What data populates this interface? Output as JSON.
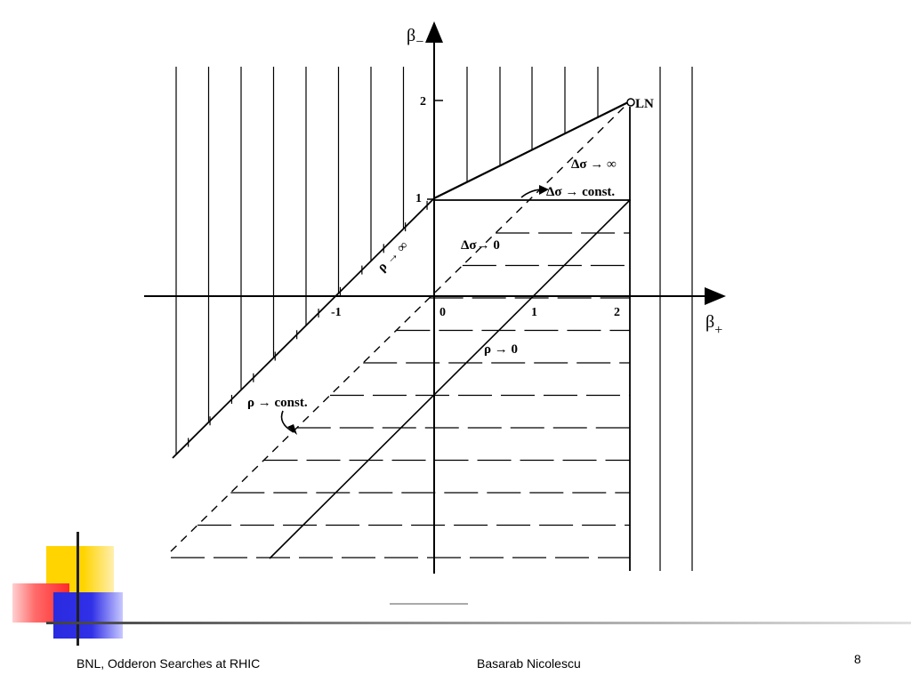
{
  "slide": {
    "footer_left": "BNL, Odderon Searches at RHIC",
    "footer_center": "Basarab Nicolescu",
    "page_number": "8"
  },
  "figure": {
    "axes": {
      "y_axis_label": "β",
      "y_axis_subscript": "−",
      "x_axis_label": "β",
      "x_axis_subscript": "+"
    },
    "ticks": {
      "x_minus1": "-1",
      "x_0": "0",
      "x_1": "1",
      "x_2": "2",
      "y_1": "1",
      "y_2": "2"
    },
    "labels": {
      "point_ln": "LN",
      "delta_sigma_inf": "Δσ → ∞",
      "delta_sigma_const": "Δσ → const.",
      "delta_sigma_zero": "Δσ→  0",
      "rho_inf": "ρ → ∞",
      "rho_zero": "ρ → 0",
      "rho_const": "ρ →  const."
    },
    "colors": {
      "ink": "#000000",
      "background": "#ffffff"
    }
  }
}
